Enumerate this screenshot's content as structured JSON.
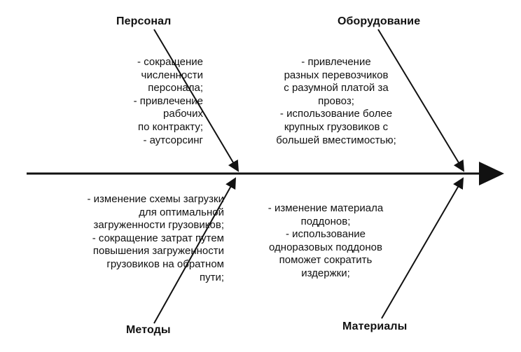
{
  "diagram": {
    "categories": {
      "personnel": "Персонал",
      "equipment": "Оборудование",
      "methods": "Методы",
      "materials": "Материалы"
    },
    "causes": {
      "personnel": [
        "- сокращение",
        "численности",
        "персонала;",
        "- привлечение",
        "рабочих",
        "по контракту;",
        "- аутсорсинг"
      ],
      "equipment": [
        "- привлечение",
        "разных перевозчиков",
        "с разумной платой за",
        "провоз;",
        "- использование более",
        "крупных грузовиков с",
        "большей вместимостью;"
      ],
      "methods": [
        "- изменение схемы загрузки",
        "для оптимальной",
        "загруженности грузовиков;",
        "- сокращение затрат  путем",
        "повышения загруженности",
        "грузовиков на обратном",
        "пути;"
      ],
      "materials": [
        "- изменение материала",
        "поддонов;",
        "- использование",
        "одноразовых поддонов",
        "поможет сократить",
        "издержки;"
      ]
    },
    "colors": {
      "ink": "#111111",
      "background": "#ffffff"
    }
  }
}
